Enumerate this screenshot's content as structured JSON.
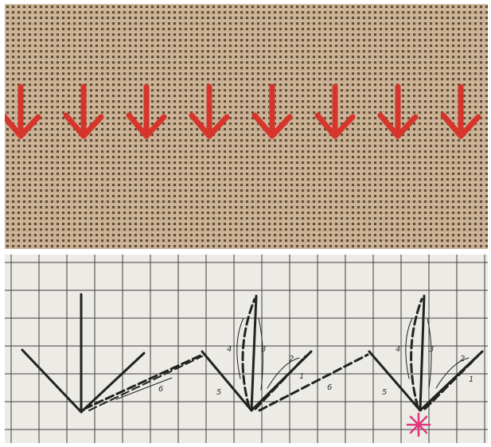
{
  "photo": {
    "description_icon": "fabric-photo",
    "fabric_color": "#c5ab8e",
    "hole_color": "#5e4a35",
    "stitch_color": "#d6352c",
    "stitch_count": 8
  },
  "diagram": {
    "paper_color": "#ecebe6",
    "grid_color": "#3f3f3f",
    "ink_color": "#222222",
    "marker_color": "#e0357a",
    "labels": {
      "figure1_step6": "6",
      "figure2_step1": "1",
      "figure2_step2": "2",
      "figure2_step3": "3",
      "figure2_step4": "4",
      "figure2_step5": "5",
      "figure2_step6": "6",
      "figure3_step1": "1",
      "figure3_step2": "2",
      "figure3_step3": "3",
      "figure3_step4": "4",
      "figure3_step5": "5"
    }
  }
}
